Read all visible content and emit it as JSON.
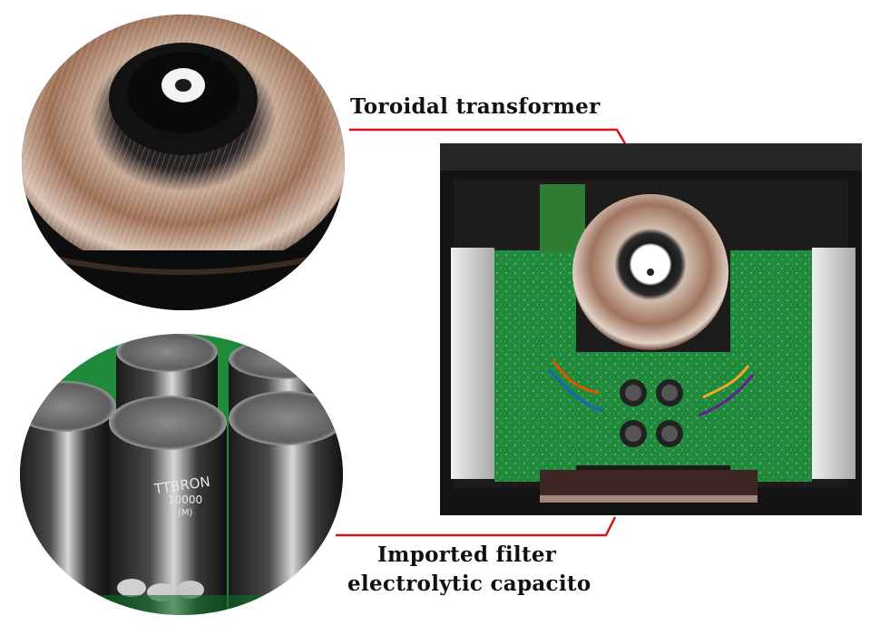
{
  "labels": {
    "transformer": "Toroidal transformer",
    "capacitor_line1": "Imported filter",
    "capacitor_line2": "electrolytic capacito"
  },
  "capacitor_markings": {
    "brand": "TTBRON",
    "capacitance": "10000",
    "tolerance": "(M)"
  },
  "colors": {
    "leader_line": "#d4141c",
    "pcb_green": "#1f8a3c",
    "chassis": "#141414",
    "heatsink": "#d8d8d8",
    "copper": "#a06a48"
  }
}
